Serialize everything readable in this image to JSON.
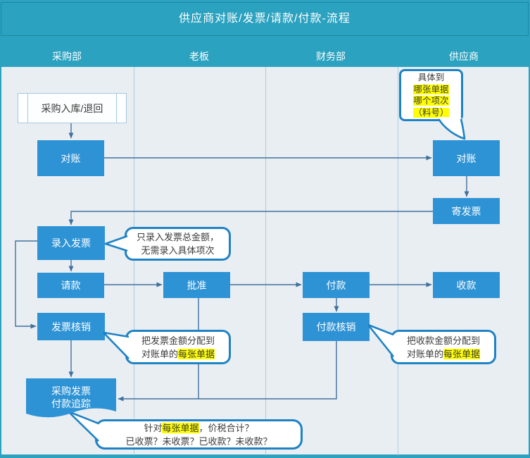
{
  "title": "供应商对账/发票/请款/付款-流程",
  "lanes": [
    {
      "label": "采购部"
    },
    {
      "label": "老板"
    },
    {
      "label": "财务部"
    },
    {
      "label": "供应商"
    }
  ],
  "nodes": {
    "purchase_receipt": {
      "label": "采购入库/退回",
      "type": "predefined-process"
    },
    "recon_purchasing": {
      "label": "对账"
    },
    "recon_supplier": {
      "label": "对账"
    },
    "send_invoice": {
      "label": "寄发票"
    },
    "enter_invoice": {
      "label": "录入发票"
    },
    "payment_request": {
      "label": "请款"
    },
    "approve": {
      "label": "批准"
    },
    "pay": {
      "label": "付款"
    },
    "receive_payment": {
      "label": "收款"
    },
    "payment_writeoff": {
      "label": "付款核销"
    },
    "invoice_writeoff": {
      "label": "发票核销"
    },
    "tracking": {
      "line1": "采购发票",
      "line2": "付款追踪",
      "type": "document"
    }
  },
  "callouts": {
    "detail_note": {
      "lines": [
        [
          {
            "t": "具体到"
          }
        ],
        [
          {
            "t": "哪张单据",
            "hl": true
          }
        ],
        [
          {
            "t": "哪个项次",
            "hl": true
          }
        ],
        [
          {
            "t": "（料号）",
            "hl": true
          }
        ]
      ]
    },
    "enter_invoice_note": {
      "lines": [
        [
          {
            "t": "只录入发票总金额，"
          }
        ],
        [
          {
            "t": "无需录入具体项次"
          }
        ]
      ]
    },
    "invoice_writeoff_note": {
      "lines": [
        [
          {
            "t": "把发票金额分配到"
          }
        ],
        [
          {
            "t": "对账单的"
          },
          {
            "t": "每张单据",
            "hl": true
          }
        ]
      ]
    },
    "payment_writeoff_note": {
      "lines": [
        [
          {
            "t": "把收款金额分配到"
          }
        ],
        [
          {
            "t": "对账单的"
          },
          {
            "t": "每张单据",
            "hl": true
          }
        ]
      ]
    },
    "tracking_note": {
      "lines": [
        [
          {
            "t": "针对"
          },
          {
            "t": "每张单据",
            "hl": true
          },
          {
            "t": "，价税合计？"
          }
        ],
        [
          {
            "t": "已收票？未收票？已收款？未收款？"
          }
        ]
      ]
    }
  },
  "colors": {
    "teal": "#2ba2bf",
    "teal-border": "#1d87a2",
    "body-bg": "#e9eef3",
    "lane-line": "#abccdf",
    "node-blue": "#2e93d5",
    "connector": "#41719c",
    "callout-border": "#1f82c4",
    "callout-text": "#3b3b3b",
    "highlight": "#ffff00",
    "shape-border": "#a9c6dc",
    "shape-text": "#3a3a3a",
    "header-text": "#ffffff"
  }
}
